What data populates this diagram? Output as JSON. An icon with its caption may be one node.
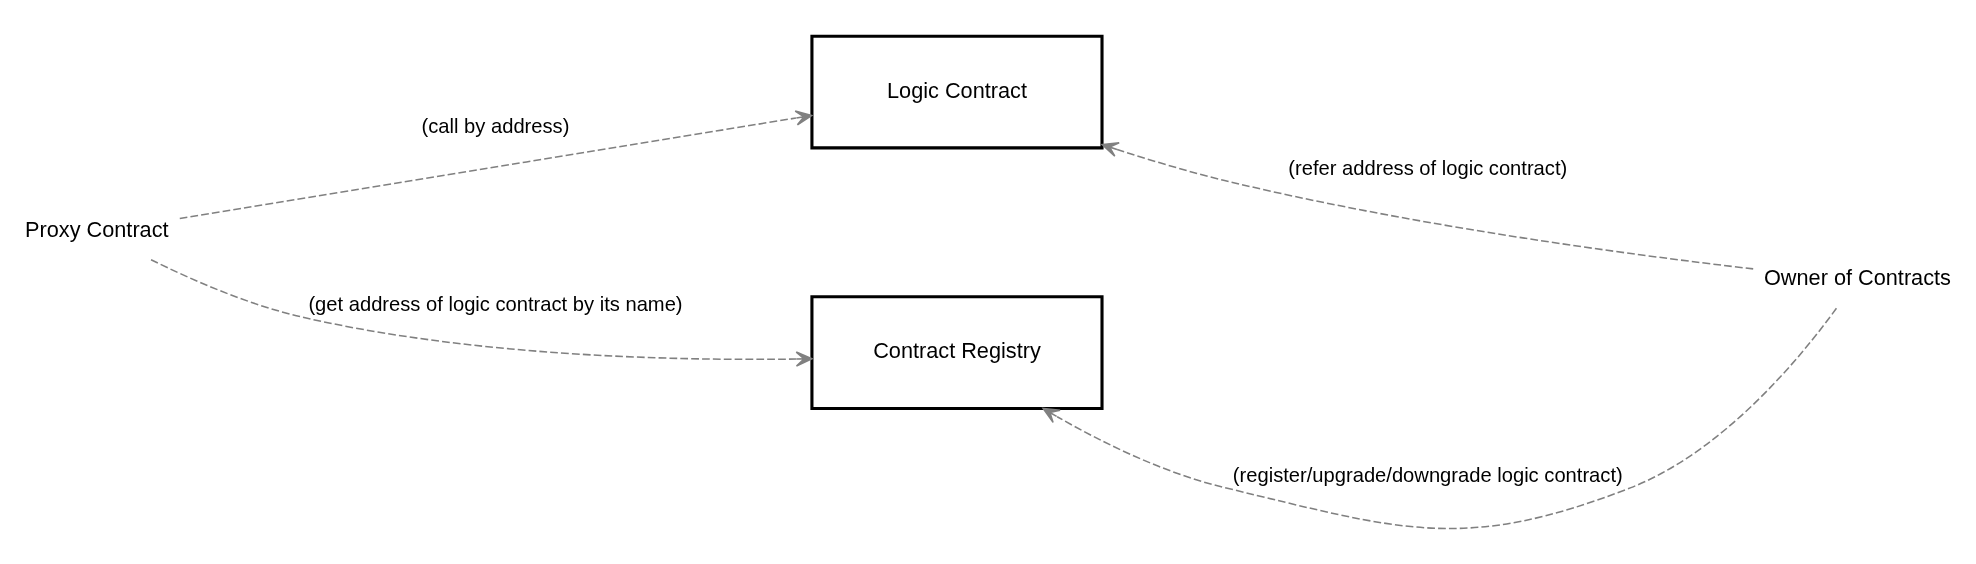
{
  "diagram": {
    "nodes": [
      {
        "text": [
          "Proxy Contract"
        ]
      },
      {
        "text": [
          "Logic Contract"
        ]
      },
      {
        "text": [
          "Contract Registry"
        ]
      },
      {
        "text": [
          "Owner of Contracts"
        ]
      }
    ],
    "edges": [
      {
        "from": 0,
        "to": 1,
        "arrow": "to",
        "style": "dashed",
        "label": "(call by address)"
      },
      {
        "from": 0,
        "to": 2,
        "arrow": "to",
        "style": "dashed",
        "label": "(get address of logic contract by its name)"
      },
      {
        "from": 3,
        "to": 1,
        "arrow": "to",
        "style": "dashed",
        "label": "(refer address of logic contract)"
      },
      {
        "from": 3,
        "to": 2,
        "arrow": "to",
        "style": "dashed",
        "label": "(register/upgrade/downgrade logic contract)"
      }
    ]
  }
}
